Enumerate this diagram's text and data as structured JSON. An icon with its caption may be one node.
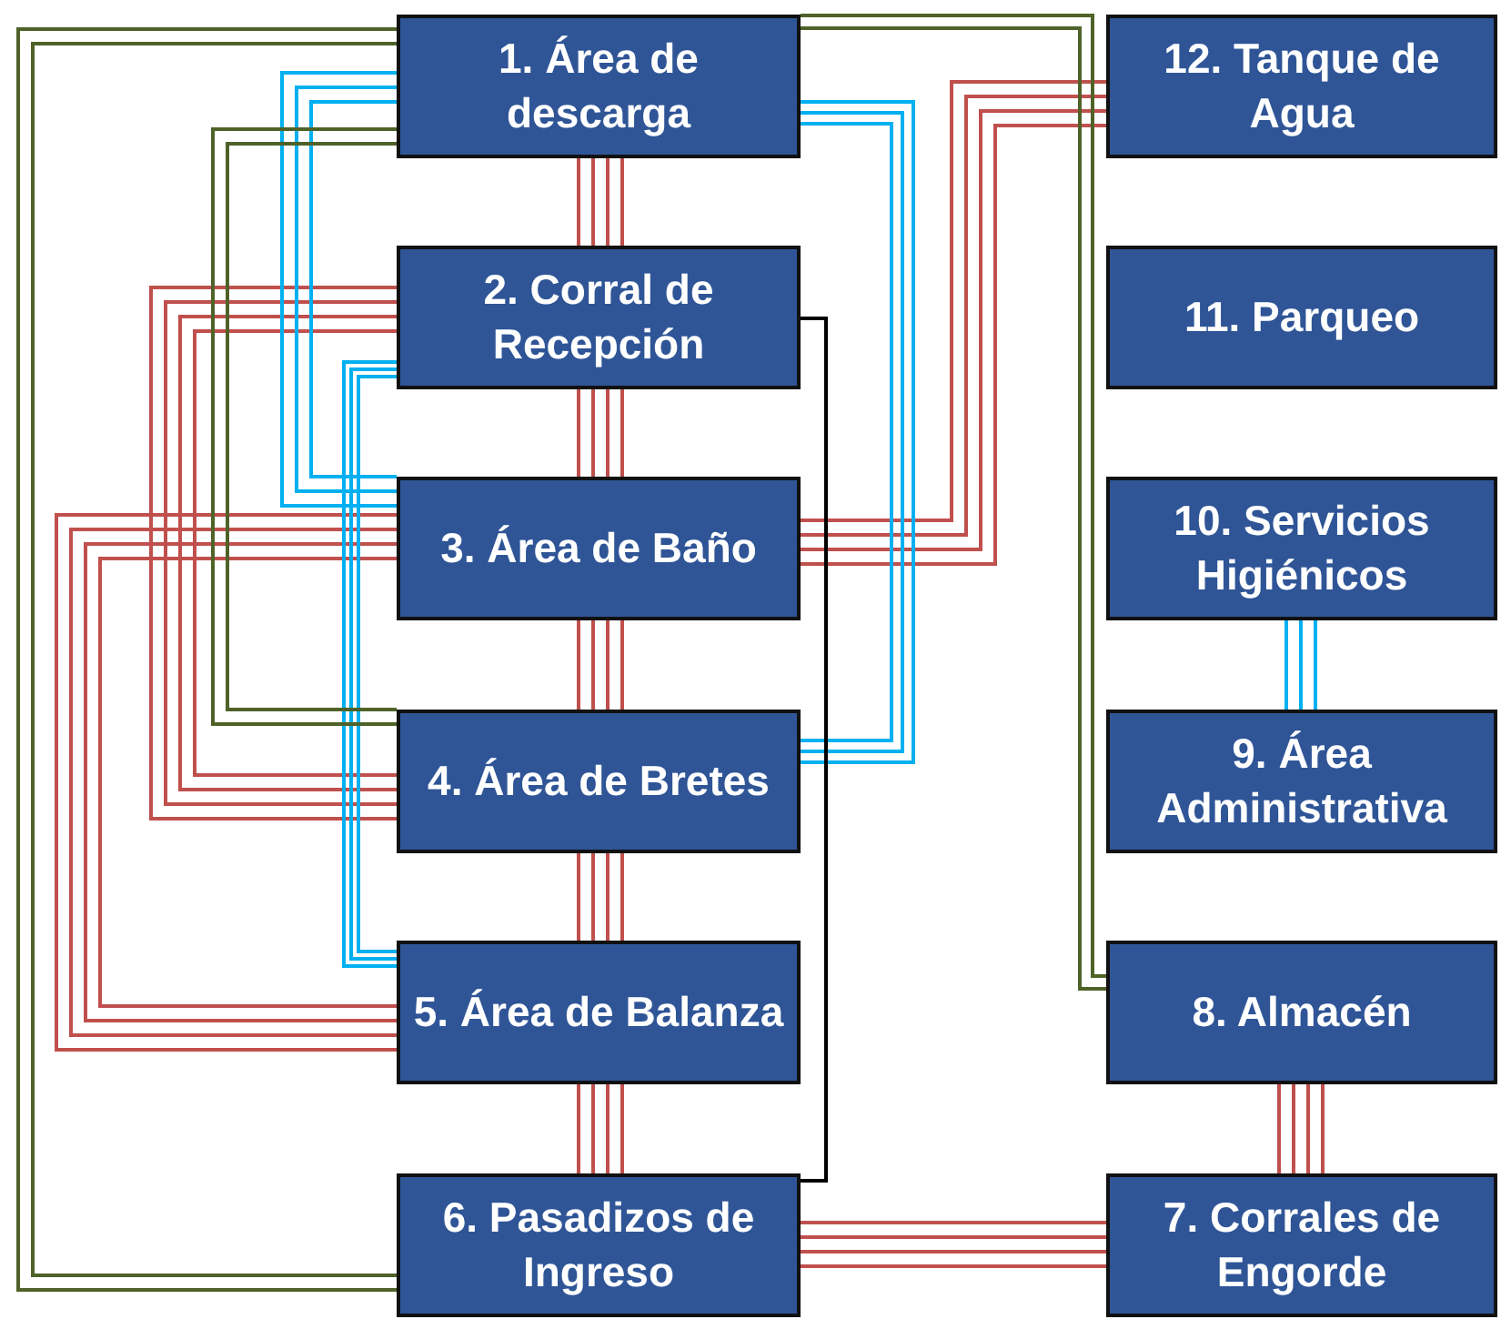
{
  "diagram": {
    "nodes": [
      {
        "text": [
          "1. Área de descarga"
        ]
      },
      {
        "text": [
          "2. Corral de Recepción"
        ]
      },
      {
        "text": [
          "3. Área de Baño"
        ]
      },
      {
        "text": [
          "4. Área de Bretes"
        ]
      },
      {
        "text": [
          "5. Área de Balanza"
        ]
      },
      {
        "text": [
          "6. Pasadizos de Ingreso"
        ]
      },
      {
        "text": [
          "7. Corrales de Engorde"
        ]
      },
      {
        "text": [
          "8. Almacén"
        ]
      },
      {
        "text": [
          "9. Área Administrativa"
        ]
      },
      {
        "text": [
          "10. Servicios Higiénicos"
        ]
      },
      {
        "text": [
          "11. Parqueo"
        ]
      },
      {
        "text": [
          "12. Tanque de Agua"
        ]
      }
    ],
    "edges": [
      {
        "from": 0,
        "to": 1,
        "arrow": "none"
      },
      {
        "from": 0,
        "to": 1,
        "arrow": "none"
      },
      {
        "from": 0,
        "to": 1,
        "arrow": "none"
      },
      {
        "from": 0,
        "to": 1,
        "arrow": "none"
      },
      {
        "from": 1,
        "to": 2,
        "arrow": "none"
      },
      {
        "from": 1,
        "to": 2,
        "arrow": "none"
      },
      {
        "from": 1,
        "to": 2,
        "arrow": "none"
      },
      {
        "from": 1,
        "to": 2,
        "arrow": "none"
      },
      {
        "from": 2,
        "to": 3,
        "arrow": "none"
      },
      {
        "from": 2,
        "to": 3,
        "arrow": "none"
      },
      {
        "from": 2,
        "to": 3,
        "arrow": "none"
      },
      {
        "from": 2,
        "to": 3,
        "arrow": "none"
      },
      {
        "from": 3,
        "to": 4,
        "arrow": "none"
      },
      {
        "from": 3,
        "to": 4,
        "arrow": "none"
      },
      {
        "from": 3,
        "to": 4,
        "arrow": "none"
      },
      {
        "from": 3,
        "to": 4,
        "arrow": "none"
      },
      {
        "from": 4,
        "to": 5,
        "arrow": "none"
      },
      {
        "from": 4,
        "to": 5,
        "arrow": "none"
      },
      {
        "from": 4,
        "to": 5,
        "arrow": "none"
      },
      {
        "from": 4,
        "to": 5,
        "arrow": "none"
      },
      {
        "from": 1,
        "to": 3,
        "arrow": "none"
      },
      {
        "from": 1,
        "to": 3,
        "arrow": "none"
      },
      {
        "from": 1,
        "to": 3,
        "arrow": "none"
      },
      {
        "from": 1,
        "to": 3,
        "arrow": "none"
      },
      {
        "from": 2,
        "to": 4,
        "arrow": "none"
      },
      {
        "from": 2,
        "to": 4,
        "arrow": "none"
      },
      {
        "from": 2,
        "to": 4,
        "arrow": "none"
      },
      {
        "from": 2,
        "to": 4,
        "arrow": "none"
      },
      {
        "from": 2,
        "to": 11,
        "arrow": "none"
      },
      {
        "from": 2,
        "to": 11,
        "arrow": "none"
      },
      {
        "from": 2,
        "to": 11,
        "arrow": "none"
      },
      {
        "from": 2,
        "to": 11,
        "arrow": "none"
      },
      {
        "from": 5,
        "to": 6,
        "arrow": "none"
      },
      {
        "from": 5,
        "to": 6,
        "arrow": "none"
      },
      {
        "from": 5,
        "to": 6,
        "arrow": "none"
      },
      {
        "from": 5,
        "to": 6,
        "arrow": "none"
      },
      {
        "from": 7,
        "to": 6,
        "arrow": "none"
      },
      {
        "from": 7,
        "to": 6,
        "arrow": "none"
      },
      {
        "from": 7,
        "to": 6,
        "arrow": "none"
      },
      {
        "from": 7,
        "to": 6,
        "arrow": "none"
      },
      {
        "from": 0,
        "to": 2,
        "arrow": "none",
        "color": "#00b0f0"
      },
      {
        "from": 0,
        "to": 2,
        "arrow": "none",
        "color": "#00b0f0"
      },
      {
        "from": 0,
        "to": 2,
        "arrow": "none",
        "color": "#00b0f0"
      },
      {
        "from": 0,
        "to": 3,
        "arrow": "none",
        "color": "#00b0f0"
      },
      {
        "from": 0,
        "to": 3,
        "arrow": "none",
        "color": "#00b0f0"
      },
      {
        "from": 0,
        "to": 3,
        "arrow": "none",
        "color": "#00b0f0"
      },
      {
        "from": 1,
        "to": 4,
        "arrow": "none",
        "color": "#00b0f0"
      },
      {
        "from": 1,
        "to": 4,
        "arrow": "none",
        "color": "#00b0f0"
      },
      {
        "from": 1,
        "to": 4,
        "arrow": "none",
        "color": "#00b0f0"
      },
      {
        "from": 9,
        "to": 8,
        "arrow": "none",
        "color": "#00b0f0"
      },
      {
        "from": 9,
        "to": 8,
        "arrow": "none",
        "color": "#00b0f0"
      },
      {
        "from": 9,
        "to": 8,
        "arrow": "none",
        "color": "#00b0f0"
      },
      {
        "from": 0,
        "to": 5,
        "arrow": "none",
        "color": "#4f6228"
      },
      {
        "from": 0,
        "to": 5,
        "arrow": "none",
        "color": "#4f6228"
      },
      {
        "from": 0,
        "to": 3,
        "arrow": "none",
        "color": "#4f6228"
      },
      {
        "from": 0,
        "to": 3,
        "arrow": "none",
        "color": "#4f6228"
      },
      {
        "from": 0,
        "to": 7,
        "arrow": "none",
        "color": "#4f6228"
      },
      {
        "from": 0,
        "to": 7,
        "arrow": "none",
        "color": "#4f6228"
      },
      {
        "from": 1,
        "to": 5,
        "arrow": "none",
        "color": "#000000"
      }
    ]
  }
}
